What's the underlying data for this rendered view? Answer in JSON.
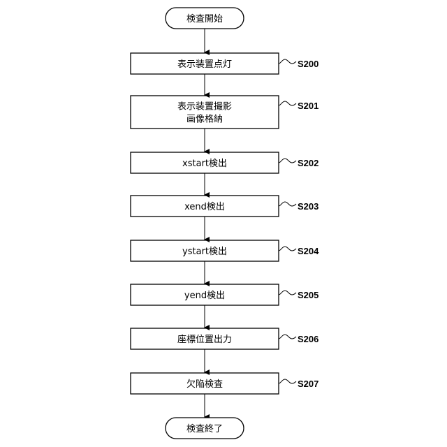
{
  "flowchart": {
    "start": "検査開始",
    "end": "検査終了",
    "steps": [
      {
        "id": "S200",
        "lines": [
          "表示装置点灯"
        ]
      },
      {
        "id": "S201",
        "lines": [
          "表示装置撮影",
          "画像格納"
        ]
      },
      {
        "id": "S202",
        "lines": [
          "xstart検出"
        ]
      },
      {
        "id": "S203",
        "lines": [
          "xend検出"
        ]
      },
      {
        "id": "S204",
        "lines": [
          "ystart検出"
        ]
      },
      {
        "id": "S205",
        "lines": [
          "yend検出"
        ]
      },
      {
        "id": "S206",
        "lines": [
          "座標位置出力"
        ]
      },
      {
        "id": "S207",
        "lines": [
          "欠陥検査"
        ]
      }
    ]
  }
}
